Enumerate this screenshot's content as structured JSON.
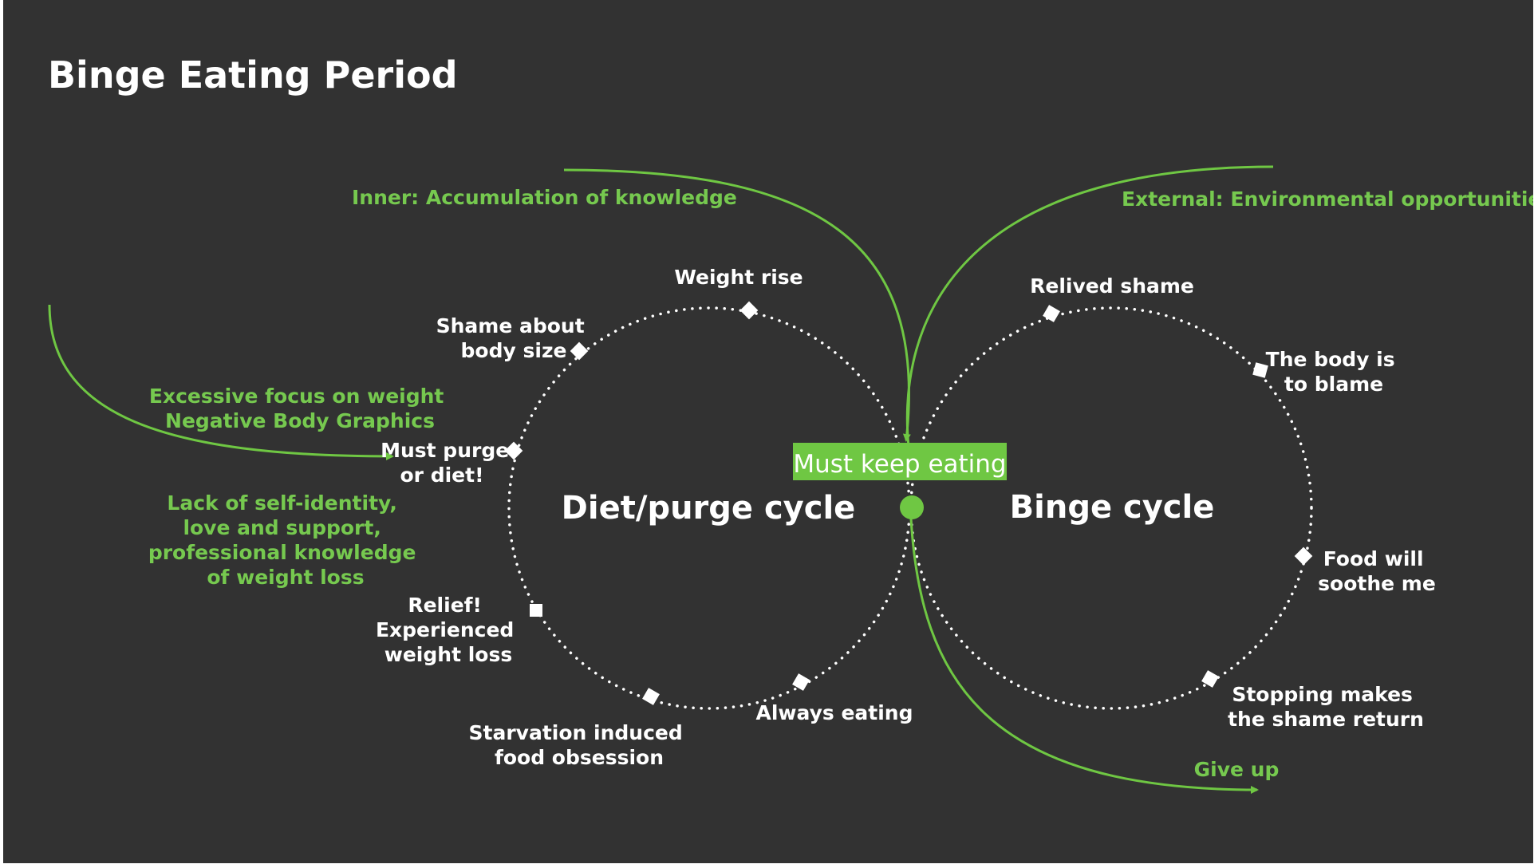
{
  "title": "Binge Eating Period",
  "colors": {
    "background": "#323232",
    "accent": "#6fc743",
    "text": "#ffffff"
  },
  "center_label": "Must keep eating",
  "left_cycle": {
    "title": "Diet/purge cycle",
    "steps": [
      [
        "Weight rise"
      ],
      [
        "Shame about",
        "body size"
      ],
      [
        "Must purge",
        "or diet!"
      ],
      [
        "Relief!",
        "Experienced",
        "weight loss"
      ],
      [
        "Starvation induced",
        "food obsession"
      ],
      [
        "Always eating"
      ]
    ]
  },
  "right_cycle": {
    "title": "Binge cycle",
    "steps": [
      [
        "Relived shame"
      ],
      [
        "The body is",
        "to blame"
      ],
      [
        "Food will",
        "soothe me"
      ],
      [
        "Stopping makes",
        "the shame return"
      ]
    ]
  },
  "influences": {
    "inner": "Inner: Accumulation of knowledge",
    "external": "External: Environmental opportunities",
    "body_focus": [
      "Excessive focus on weight",
      "Negative Body Graphics"
    ],
    "lack": [
      "Lack of self-identity,",
      "love and support,",
      "professional knowledge",
      "of weight loss"
    ],
    "give_up": "Give up"
  }
}
